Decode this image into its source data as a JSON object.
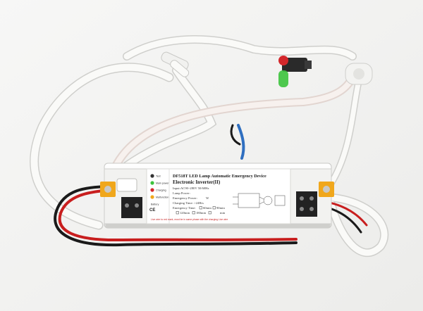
{
  "device": {
    "title": "DF518T LED Lamp Automatic Emergency Device",
    "subtitle": "Electronic Inverter(II)",
    "input": "Input:AC90~280V  50/60Hz",
    "lamp_power": "Lamp Power:",
    "emergency_power": "Emergency Power:",
    "emergency_power_value": "W",
    "charging_time": "Charging Time: >24Hrs",
    "emergency_time": "Emergency Time:",
    "time_60": "60min",
    "time_90": "90min",
    "time_120": "120min",
    "time_180": "180min",
    "time_min": "min",
    "indicators": [
      "Test",
      "Main power",
      "Charging",
      "Malfunction"
    ],
    "battery_label": "Battery",
    "ce_mark": "CE",
    "footer_note": "Live wire to red mark, must be in same phase with the charging Live wire"
  },
  "colors": {
    "housing": "#fbfbfa",
    "label_bg": "#ffffff",
    "cable": "#f7f7f5",
    "terminal": "#222222",
    "red_wire": "#c81e1e",
    "black_wire": "#1a1a1a",
    "blue_wire": "#2f6fc0",
    "yellow_sticker": "#f0a71c",
    "red_button": "#d4272b",
    "green_led": "#3cc33c"
  }
}
